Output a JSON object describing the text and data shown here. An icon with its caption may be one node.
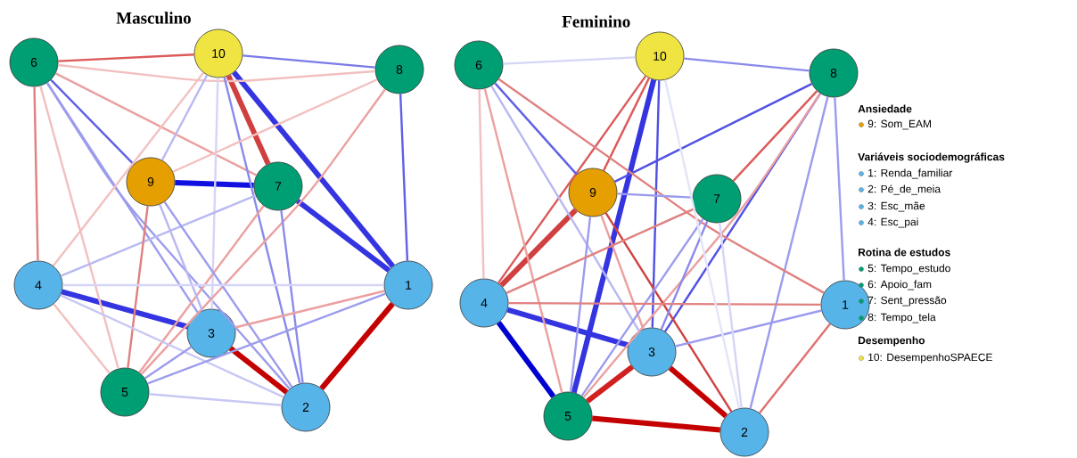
{
  "diagram": {
    "nodes": [
      {
        "text": [
          "1"
        ]
      },
      {
        "text": [
          "2"
        ]
      },
      {
        "text": [
          "3"
        ]
      },
      {
        "text": [
          "4"
        ]
      },
      {
        "text": [
          "5"
        ]
      },
      {
        "text": [
          "6"
        ]
      },
      {
        "text": [
          "7"
        ]
      },
      {
        "text": [
          "8"
        ]
      },
      {
        "text": [
          "9"
        ]
      },
      {
        "text": [
          "10"
        ]
      },
      {
        "text": [
          "1"
        ]
      },
      {
        "text": [
          "2"
        ]
      },
      {
        "text": [
          "3"
        ]
      },
      {
        "text": [
          "4"
        ]
      },
      {
        "text": [
          "5"
        ]
      },
      {
        "text": [
          "6"
        ]
      },
      {
        "text": [
          "7"
        ]
      },
      {
        "text": [
          "8"
        ]
      },
      {
        "text": [
          "9"
        ]
      },
      {
        "text": [
          "10"
        ]
      }
    ],
    "edges": [
      {
        "from": 8,
        "to": 6,
        "arrow": "none",
        "style": "thick",
        "color": "#1010e0"
      },
      {
        "from": 0,
        "to": 1,
        "arrow": "none",
        "style": "thick",
        "color": "#c40000"
      },
      {
        "from": 2,
        "to": 1,
        "arrow": "none",
        "style": "thick",
        "color": "#c40000"
      },
      {
        "from": 3,
        "to": 2,
        "arrow": "none",
        "style": "thick",
        "color": "#3434e0"
      },
      {
        "from": 9,
        "to": 0,
        "arrow": "none",
        "style": "thick",
        "color": "#3434e0"
      },
      {
        "from": 6,
        "to": 0,
        "arrow": "none",
        "style": "thick",
        "color": "#3434e0"
      },
      {
        "from": 9,
        "to": 6,
        "arrow": "none",
        "style": "thick",
        "color": "#d04040"
      },
      {
        "from": 5,
        "to": 9,
        "arrow": "none",
        "color": "#dc5a5a"
      },
      {
        "from": 9,
        "to": 7,
        "arrow": "none",
        "color": "#7a7aea"
      },
      {
        "from": 7,
        "to": 0,
        "arrow": "none",
        "color": "#6060e6"
      },
      {
        "from": 5,
        "to": 8,
        "arrow": "none",
        "color": "#6060e6"
      },
      {
        "from": 5,
        "to": 3,
        "arrow": "none",
        "color": "#e08080"
      },
      {
        "from": 5,
        "to": 6,
        "arrow": "none",
        "color": "#eba0a0"
      },
      {
        "from": 5,
        "to": 7,
        "arrow": "none",
        "color": "#f2c0c0"
      },
      {
        "from": 5,
        "to": 2,
        "arrow": "none",
        "color": "#9c9cee"
      },
      {
        "from": 5,
        "to": 1,
        "arrow": "none",
        "color": "#9c9cee"
      },
      {
        "from": 5,
        "to": 4,
        "arrow": "none",
        "color": "#f2c0c0"
      },
      {
        "from": 9,
        "to": 1,
        "arrow": "none",
        "color": "#8a8aec"
      },
      {
        "from": 9,
        "to": 8,
        "arrow": "none",
        "color": "#b8b8f2"
      },
      {
        "from": 9,
        "to": 3,
        "arrow": "none",
        "color": "#f2c0c0"
      },
      {
        "from": 9,
        "to": 2,
        "arrow": "none",
        "color": "#d5d5f7"
      },
      {
        "from": 7,
        "to": 8,
        "arrow": "none",
        "color": "#f2c0c0"
      },
      {
        "from": 7,
        "to": 4,
        "arrow": "none",
        "color": "#eba0a0"
      },
      {
        "from": 6,
        "to": 1,
        "arrow": "none",
        "color": "#8a8aec"
      },
      {
        "from": 6,
        "to": 3,
        "arrow": "none",
        "color": "#b8b8f2"
      },
      {
        "from": 6,
        "to": 4,
        "arrow": "none",
        "color": "#eba0a0"
      },
      {
        "from": 8,
        "to": 4,
        "arrow": "none",
        "color": "#e08080"
      },
      {
        "from": 8,
        "to": 1,
        "arrow": "none",
        "color": "#9c9cee"
      },
      {
        "from": 8,
        "to": 2,
        "arrow": "none",
        "color": "#b8b8f2"
      },
      {
        "from": 3,
        "to": 0,
        "arrow": "none",
        "color": "#d5d5f7"
      },
      {
        "from": 3,
        "to": 4,
        "arrow": "none",
        "color": "#f2c0c0"
      },
      {
        "from": 3,
        "to": 1,
        "arrow": "none",
        "color": "#c8c8f4"
      },
      {
        "from": 2,
        "to": 0,
        "arrow": "none",
        "color": "#eba0a0"
      },
      {
        "from": 4,
        "to": 0,
        "arrow": "none",
        "color": "#9c9cee"
      },
      {
        "from": 4,
        "to": 2,
        "arrow": "none",
        "color": "#9c9cee"
      },
      {
        "from": 4,
        "to": 1,
        "arrow": "none",
        "color": "#c8c8f4"
      },
      {
        "from": 13,
        "to": 14,
        "arrow": "none",
        "style": "thick",
        "color": "#0000d0"
      },
      {
        "from": 19,
        "to": 14,
        "arrow": "none",
        "style": "thick",
        "color": "#3434e0"
      },
      {
        "from": 14,
        "to": 11,
        "arrow": "none",
        "style": "thick",
        "color": "#c40000"
      },
      {
        "from": 12,
        "to": 11,
        "arrow": "none",
        "style": "thick",
        "color": "#c40000"
      },
      {
        "from": 12,
        "to": 14,
        "arrow": "none",
        "style": "thick",
        "color": "#d02020"
      },
      {
        "from": 13,
        "to": 12,
        "arrow": "none",
        "style": "thick",
        "color": "#3434e0"
      },
      {
        "from": 18,
        "to": 13,
        "arrow": "none",
        "style": "thick",
        "color": "#d04040"
      },
      {
        "from": 19,
        "to": 13,
        "arrow": "none",
        "color": "#dc5a5a"
      },
      {
        "from": 19,
        "to": 18,
        "arrow": "none",
        "color": "#dc5a5a"
      },
      {
        "from": 19,
        "to": 12,
        "arrow": "none",
        "color": "#5050e4"
      },
      {
        "from": 17,
        "to": 18,
        "arrow": "none",
        "color": "#5050e4"
      },
      {
        "from": 17,
        "to": 12,
        "arrow": "none",
        "color": "#5050e4"
      },
      {
        "from": 17,
        "to": 16,
        "arrow": "none",
        "color": "#dc5a5a"
      },
      {
        "from": 17,
        "to": 14,
        "arrow": "none",
        "color": "#eba0a0"
      },
      {
        "from": 17,
        "to": 11,
        "arrow": "none",
        "color": "#9c9cee"
      },
      {
        "from": 17,
        "to": 10,
        "arrow": "none",
        "color": "#9c9cee"
      },
      {
        "from": 19,
        "to": 17,
        "arrow": "none",
        "color": "#8a8aec"
      },
      {
        "from": 15,
        "to": 19,
        "arrow": "none",
        "color": "#d5d5f7"
      },
      {
        "from": 15,
        "to": 18,
        "arrow": "none",
        "color": "#6060e6"
      },
      {
        "from": 15,
        "to": 10,
        "arrow": "none",
        "color": "#e08080"
      },
      {
        "from": 15,
        "to": 13,
        "arrow": "none",
        "color": "#f2c0c0"
      },
      {
        "from": 15,
        "to": 14,
        "arrow": "none",
        "color": "#eba0a0"
      },
      {
        "from": 15,
        "to": 12,
        "arrow": "none",
        "color": "#b8b8f2"
      },
      {
        "from": 18,
        "to": 11,
        "arrow": "none",
        "color": "#d04040"
      },
      {
        "from": 18,
        "to": 16,
        "arrow": "none",
        "color": "#9c9cee"
      },
      {
        "from": 18,
        "to": 14,
        "arrow": "none",
        "color": "#9c9cee"
      },
      {
        "from": 18,
        "to": 12,
        "arrow": "none",
        "color": "#eba0a0"
      },
      {
        "from": 16,
        "to": 13,
        "arrow": "none",
        "color": "#e08080"
      },
      {
        "from": 16,
        "to": 12,
        "arrow": "none",
        "color": "#8a8aec"
      },
      {
        "from": 16,
        "to": 14,
        "arrow": "none",
        "color": "#9c9cee"
      },
      {
        "from": 13,
        "to": 10,
        "arrow": "none",
        "color": "#e08080"
      },
      {
        "from": 12,
        "to": 10,
        "arrow": "none",
        "color": "#9c9cee"
      },
      {
        "from": 10,
        "to": 11,
        "arrow": "none",
        "color": "#e07070"
      },
      {
        "from": 19,
        "to": 11,
        "arrow": "none",
        "color": "#e4e4f8"
      },
      {
        "from": 16,
        "to": 11,
        "arrow": "none",
        "color": "#d5d5f7"
      }
    ],
    "labels": [
      "Masculino",
      "Feminino",
      "Ansiedade",
      "Variáveis sociodemográficas",
      "Rotina de estudos",
      "Desempenho"
    ],
    "legend": [
      {
        "text": "9: Som_EAM",
        "color": "#e69f00"
      },
      {
        "text": "1: Renda_familiar",
        "color": "#56b4e9"
      },
      {
        "text": "2: Pé_de_meia",
        "color": "#56b4e9"
      },
      {
        "text": "3: Esc_mãe",
        "color": "#56b4e9"
      },
      {
        "text": "4: Esc_pai",
        "color": "#56b4e9"
      },
      {
        "text": "5: Tempo_estudo",
        "color": "#009e73"
      },
      {
        "text": "6: Apoio_fam",
        "color": "#009e73"
      },
      {
        "text": "7: Sent_pressão",
        "color": "#009e73"
      },
      {
        "text": "8: Tempo_tela",
        "color": "#009e73"
      },
      {
        "text": "10: DesempenhoSPAECE",
        "color": "#f0e442"
      }
    ]
  }
}
